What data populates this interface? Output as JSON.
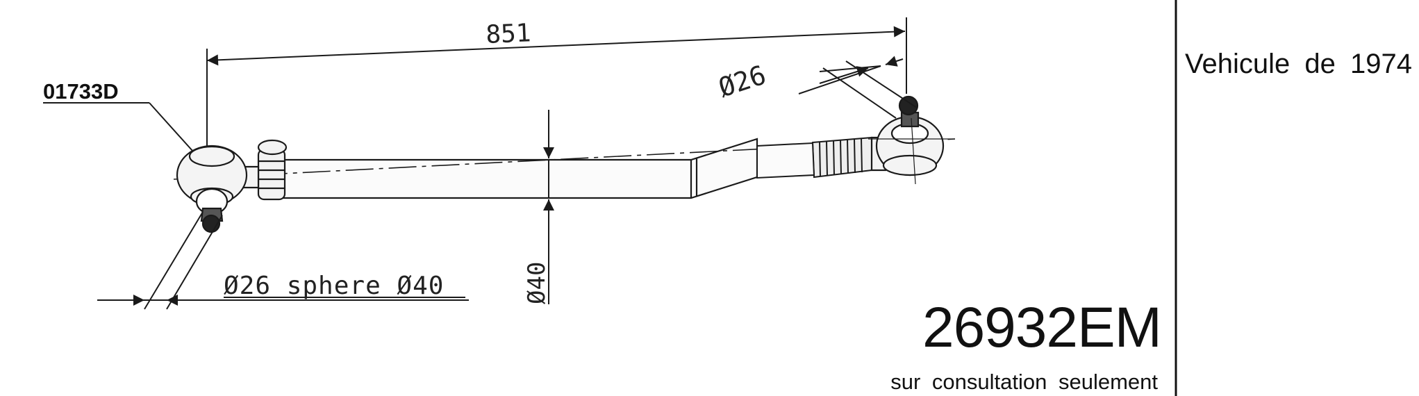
{
  "dimensions": {
    "overall_length": "851",
    "right_ball_diameter": "Ø26",
    "left_ball_label": "Ø26 sphere Ø40",
    "tube_diameter": "Ø40"
  },
  "callout": {
    "part_ref": "01733D"
  },
  "vehicle_note": "Vehicule de 1974",
  "part_number": "26932EM",
  "availability_note": "sur consultation seulement",
  "colors": {
    "line": "#1a1a1a",
    "paper": "#ffffff"
  }
}
